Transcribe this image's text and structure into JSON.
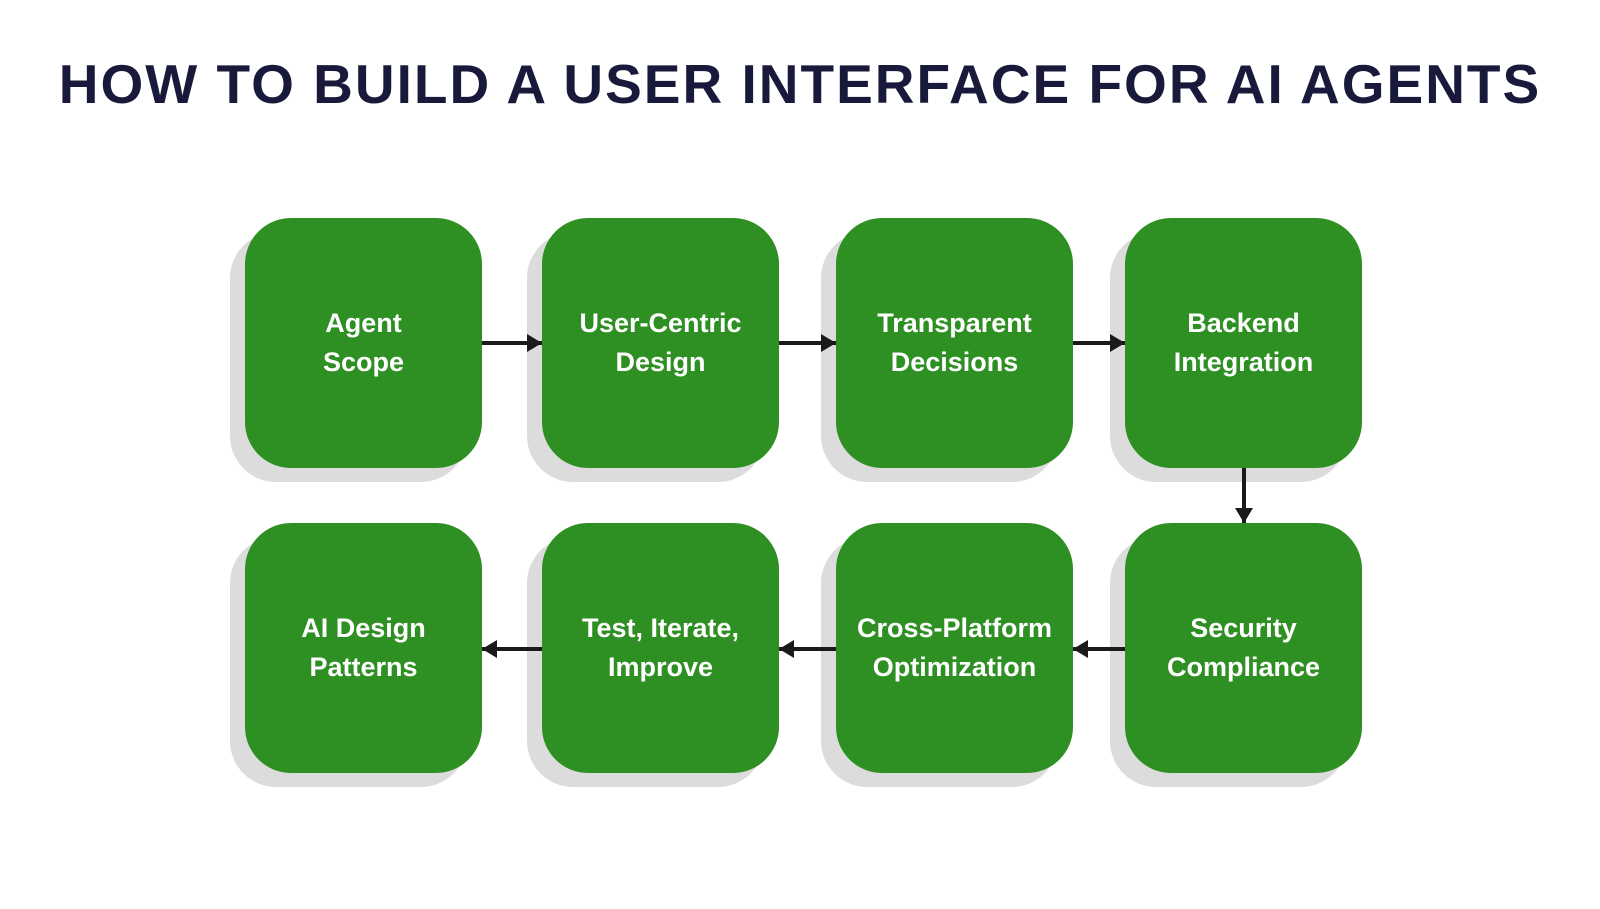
{
  "title": "HOW TO BUILD A USER INTERFACE FOR AI AGENTS",
  "colors": {
    "box_green": "#2E8F22",
    "shadow_gray": "#DCDCDC",
    "title_navy": "#191A3B",
    "arrow_black": "#1A1A1A",
    "step_text": "#FFFFFF",
    "background": "#FFFFFF"
  },
  "steps": [
    {
      "id": 1,
      "label": "Agent\nScope"
    },
    {
      "id": 2,
      "label": "User-Centric\nDesign"
    },
    {
      "id": 3,
      "label": "Transparent\nDecisions"
    },
    {
      "id": 4,
      "label": "Backend\nIntegration"
    },
    {
      "id": 5,
      "label": "Security\nCompliance"
    },
    {
      "id": 6,
      "label": "Cross-Platform\nOptimization"
    },
    {
      "id": 7,
      "label": "Test, Iterate,\nImprove"
    },
    {
      "id": 8,
      "label": "AI Design\nPatterns"
    }
  ],
  "connections": [
    {
      "from": "Agent Scope",
      "to": "User-Centric Design",
      "direction": "right"
    },
    {
      "from": "User-Centric Design",
      "to": "Transparent Decisions",
      "direction": "right"
    },
    {
      "from": "Transparent Decisions",
      "to": "Backend Integration",
      "direction": "right"
    },
    {
      "from": "Backend Integration",
      "to": "Security Compliance",
      "direction": "down"
    },
    {
      "from": "Security Compliance",
      "to": "Cross-Platform Optimization",
      "direction": "left"
    },
    {
      "from": "Cross-Platform Optimization",
      "to": "Test, Iterate, Improve",
      "direction": "left"
    },
    {
      "from": "Test, Iterate, Improve",
      "to": "AI Design Patterns",
      "direction": "left"
    }
  ]
}
